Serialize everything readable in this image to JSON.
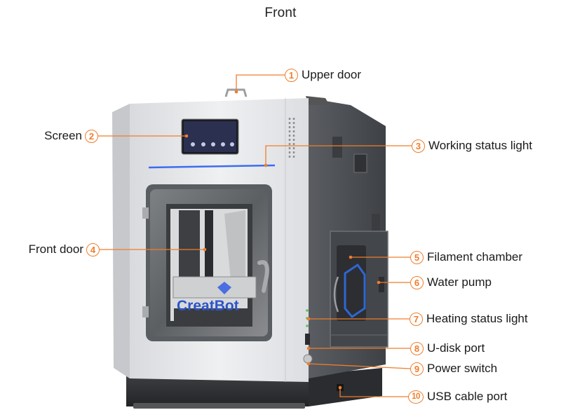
{
  "title": "Front",
  "brand_text": "CreatBot",
  "colors": {
    "accent": "#f07d2b",
    "body": "#e9eaec",
    "dark": "#4b4e52",
    "status_light": "#3d6cf0"
  },
  "callouts": [
    {
      "id": "upper-door",
      "number": "1",
      "label": "Upper door"
    },
    {
      "id": "screen",
      "number": "2",
      "label": "Screen"
    },
    {
      "id": "working-status-light",
      "number": "3",
      "label": "Working status light"
    },
    {
      "id": "front-door",
      "number": "4",
      "label": "Front door"
    },
    {
      "id": "filament-chamber",
      "number": "5",
      "label": "Filament chamber"
    },
    {
      "id": "water-pump",
      "number": "6",
      "label": "Water pump"
    },
    {
      "id": "heating-status-light",
      "number": "7",
      "label": "Heating status light"
    },
    {
      "id": "u-disk-port",
      "number": "8",
      "label": "U-disk port"
    },
    {
      "id": "power-switch",
      "number": "9",
      "label": "Power switch"
    },
    {
      "id": "usb-cable-port",
      "number": "10",
      "label": "USB cable port"
    }
  ]
}
